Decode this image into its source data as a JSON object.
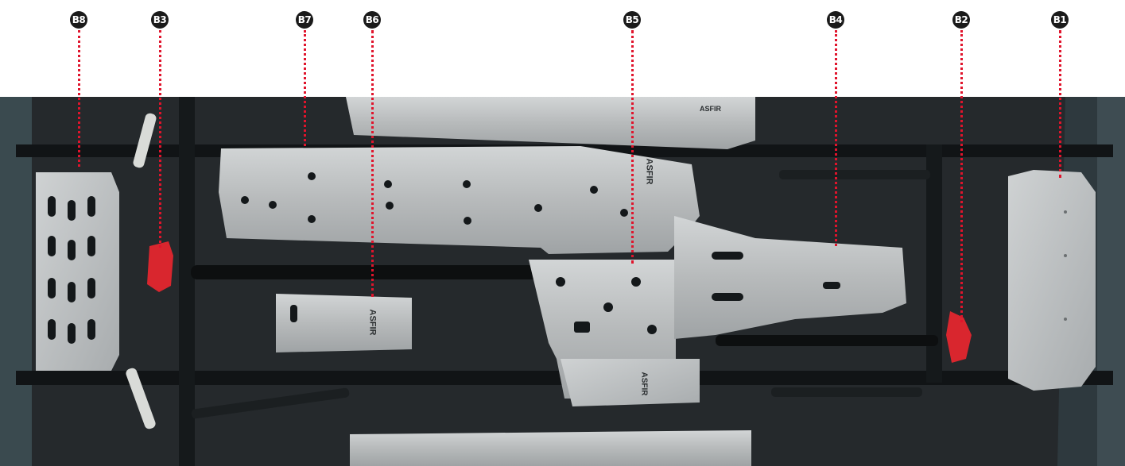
{
  "markers": [
    {
      "id": "b8",
      "label": "B8"
    },
    {
      "id": "b3",
      "label": "B3"
    },
    {
      "id": "b7",
      "label": "B7"
    },
    {
      "id": "b6",
      "label": "B6"
    },
    {
      "id": "b5",
      "label": "B5"
    },
    {
      "id": "b4",
      "label": "B4"
    },
    {
      "id": "b2",
      "label": "B2"
    },
    {
      "id": "b1",
      "label": "B1"
    }
  ],
  "plate_brand": "ASFIR",
  "colors": {
    "marker": "#1a1a1a",
    "leader": "#e0142c",
    "aluminium": "#b9bcbd",
    "chassis": "#1f2326",
    "diff_cover": "#d9262e"
  }
}
